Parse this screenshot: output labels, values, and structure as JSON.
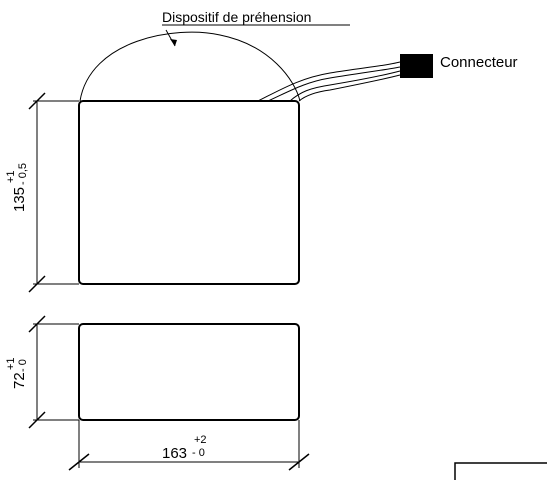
{
  "labels": {
    "gripping_device": "Dispositif de préhension",
    "connector": "Connecteur"
  },
  "dimensions": {
    "height_top": {
      "base": "135",
      "upper": "+1",
      "lower": "- 0,5"
    },
    "height_bottom": {
      "base": "72",
      "upper": "+1",
      "lower": "- 0"
    },
    "width": {
      "base": "163",
      "upper": "+2",
      "lower": "- 0"
    }
  }
}
